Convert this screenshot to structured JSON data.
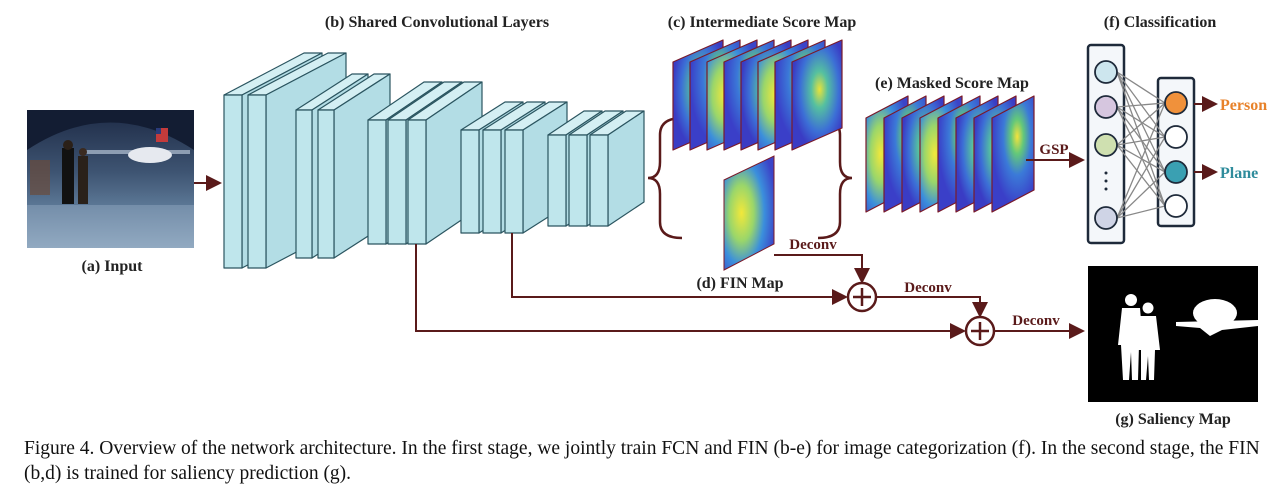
{
  "labels": {
    "input": "(a) Input",
    "shared_conv": "(b) Shared Convolutional Layers",
    "intermediate": "(c) Intermediate Score Map",
    "fin_map": "(d) FIN Map",
    "masked": "(e) Masked Score Map",
    "classification": "(f) Classification",
    "saliency": "(g) Saliency Map",
    "gsp": "GSP",
    "deconv": "Deconv",
    "person": "Person",
    "plane": "Plane"
  },
  "colors": {
    "conv_face": "#bfe6ec",
    "conv_stroke": "#2b5560",
    "arrow": "#5a1a1a",
    "person": "#e8822a",
    "plane": "#2f8c9c",
    "node_top": "#cde6ee",
    "node_2": "#d6c6df",
    "node_3": "#cfe0b0",
    "node_5": "#cfd4e6"
  },
  "caption": "Figure 4. Overview of the network architecture. In the first stage, we jointly train FCN and FIN (b-e) for image categorization (f). In the second stage, the FIN (b,d) is trained for saliency prediction (g)."
}
